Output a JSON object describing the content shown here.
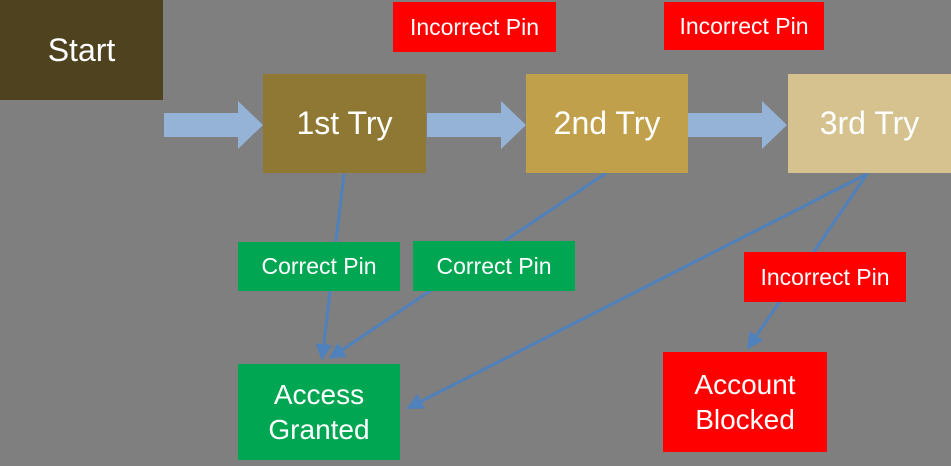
{
  "diagram": {
    "background": "#7f7f7f",
    "colors": {
      "connector_line": "#4f81bd",
      "flow_arrow": "#95b3d7",
      "success_green": "#00a651",
      "failure_red": "#ff0000",
      "text": "#ffffff"
    },
    "nodes": {
      "start": {
        "label": "Start",
        "color": "#4f431f"
      },
      "try1": {
        "label": "1st Try",
        "color": "#8f7833"
      },
      "try2": {
        "label": "2nd Try",
        "color": "#c0a04a"
      },
      "try3": {
        "label": "3rd Try",
        "color": "#d5c28f"
      },
      "access_granted": {
        "label": "Access Granted",
        "color": "#00a651"
      },
      "account_blocked": {
        "label": "Account Blocked",
        "color": "#ff0000"
      }
    },
    "edge_labels": {
      "incorrect_pin_top_1": {
        "text": "Incorrect Pin",
        "color": "#ff0000"
      },
      "incorrect_pin_top_2": {
        "text": "Incorrect Pin",
        "color": "#ff0000"
      },
      "correct_pin_1": {
        "text": "Correct Pin",
        "color": "#00a651"
      },
      "correct_pin_2": {
        "text": "Correct Pin",
        "color": "#00a651"
      },
      "incorrect_pin_right": {
        "text": "Incorrect Pin",
        "color": "#ff0000"
      }
    }
  }
}
